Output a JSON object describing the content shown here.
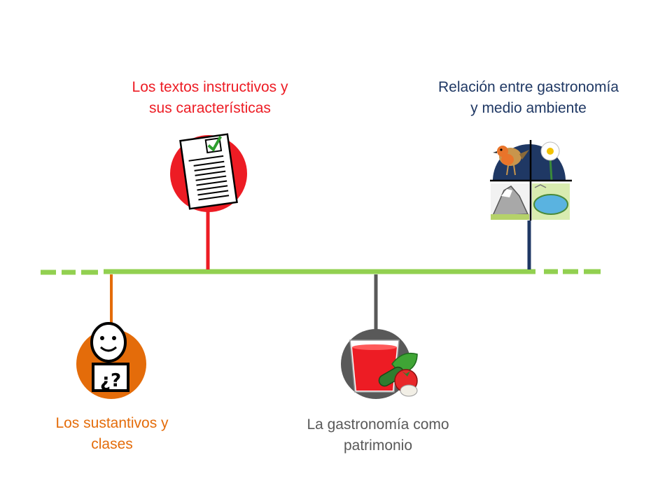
{
  "colors": {
    "timeline": "#92D050",
    "red": "#ED1C24",
    "navy": "#1F3864",
    "orange": "#E46C0A",
    "gray": "#595959"
  },
  "topics": [
    {
      "id": "textos-instructivos",
      "lines": [
        "Los textos instructivos y",
        "sus características"
      ],
      "color": "#ED1C24",
      "icon": "checklist-document-icon"
    },
    {
      "id": "gastronomia-medio-ambiente",
      "lines": [
        "Relación entre gastronomía",
        "y medio ambiente"
      ],
      "color": "#1F3864",
      "icon": "nature-collage-icon"
    },
    {
      "id": "sustantivos",
      "lines": [
        "Los sustantivos y",
        "clases"
      ],
      "color": "#E46C0A",
      "icon": "person-question-sign-icon"
    },
    {
      "id": "gastronomia-patrimonio",
      "lines": [
        "La gastronomía como",
        "patrimonio"
      ],
      "color": "#595959",
      "icon": "tomato-juice-vegetables-icon"
    }
  ]
}
